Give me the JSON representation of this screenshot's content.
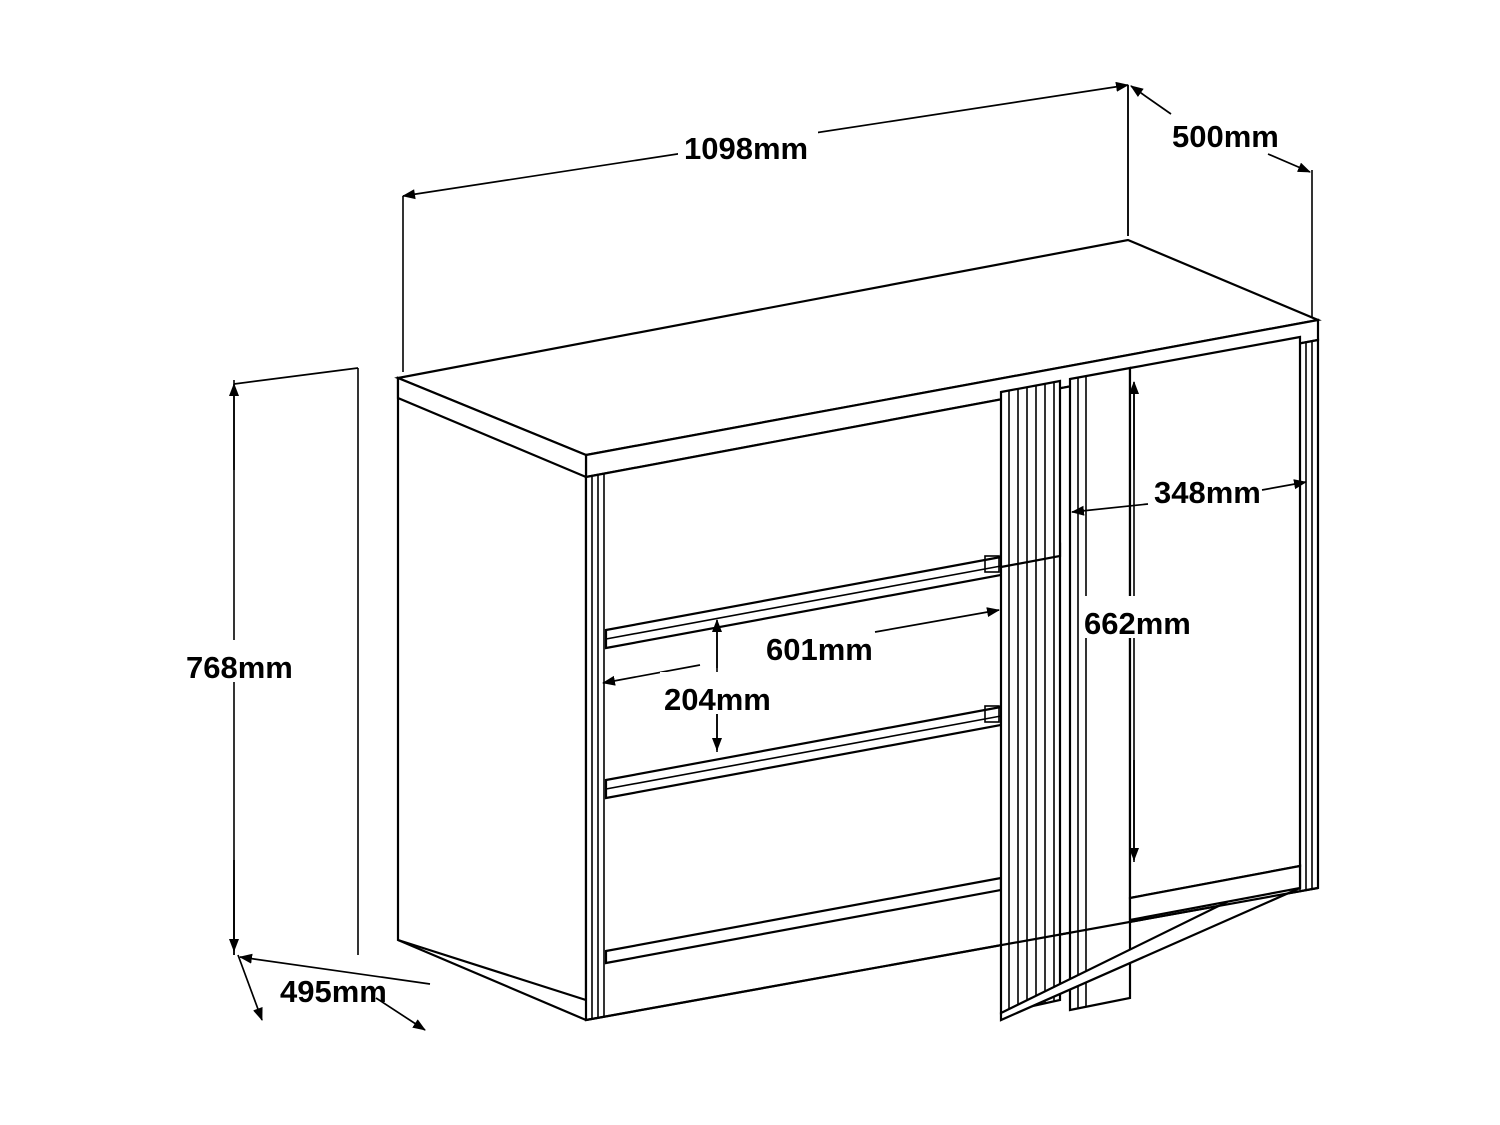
{
  "drawing": {
    "title": "Chest of drawers dimensioned isometric drawing",
    "unit": "mm",
    "line_color": "#000000",
    "fill_color": "#ffffff",
    "background": "#ffffff"
  },
  "dimensions": {
    "width_overall": "1098mm",
    "depth_top": "500mm",
    "height_overall": "768mm",
    "depth_base": "495mm",
    "door_width": "348mm",
    "door_height": "662mm",
    "drawer_width": "601mm",
    "drawer_height": "204mm"
  },
  "labels": [
    {
      "id": "width-overall",
      "text": "1098mm"
    },
    {
      "id": "depth-top",
      "text": "500mm"
    },
    {
      "id": "height-overall",
      "text": "768mm"
    },
    {
      "id": "depth-base",
      "text": "495mm"
    },
    {
      "id": "door-width",
      "text": "348mm"
    },
    {
      "id": "door-height",
      "text": "662mm"
    },
    {
      "id": "drawer-width",
      "text": "601mm"
    },
    {
      "id": "drawer-height",
      "text": "204mm"
    }
  ],
  "product": {
    "type": "sideboard-chest",
    "drawer_count": 3,
    "door_count": 1,
    "has_plinth": true
  }
}
